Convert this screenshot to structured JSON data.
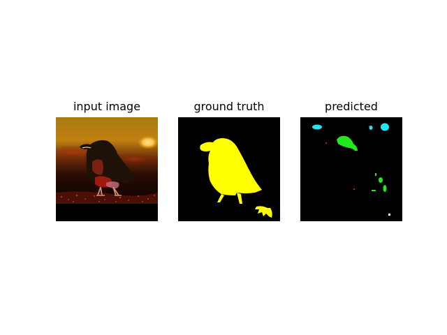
{
  "figure": {
    "panels": [
      {
        "title": "input image"
      },
      {
        "title": "ground truth"
      },
      {
        "title": "predicted"
      }
    ]
  },
  "colors": {
    "background": "#000000",
    "ground_truth_mask": "#ffff00",
    "predicted_green": "#22e81f",
    "predicted_cyan": "#22e6f0",
    "predicted_magenta": "#b03080",
    "predicted_red": "#c02020",
    "predicted_white": "#ffffff",
    "photo_sky_top": "#a87a10",
    "photo_sky_mid": "#c08010",
    "photo_glow": "#ffd060",
    "photo_bird_dark": "#1e1208",
    "photo_bird_red": "#a01810",
    "photo_ground": "#4a1008"
  }
}
